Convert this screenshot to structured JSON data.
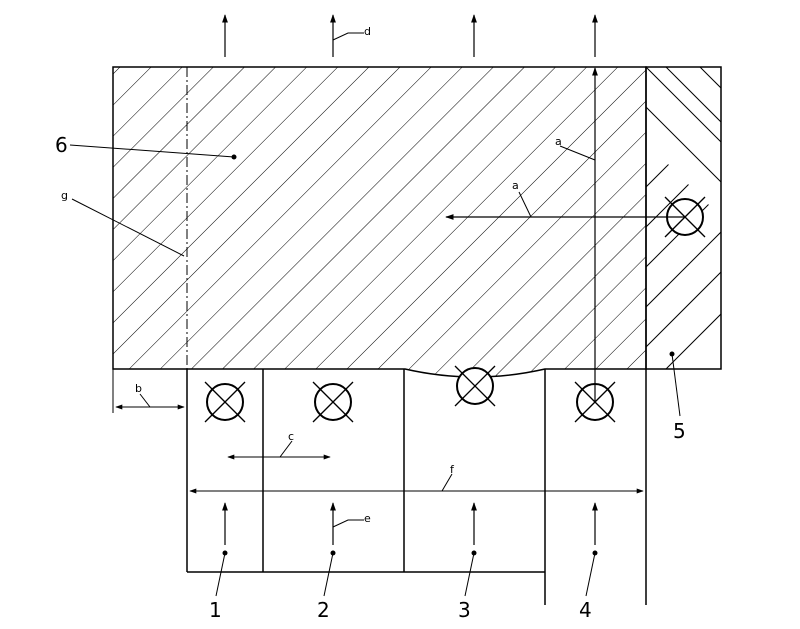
{
  "part_labels": {
    "p1": "1",
    "p2": "2",
    "p3": "3",
    "p4": "4",
    "p5": "5",
    "p6": "6"
  },
  "letter_labels": {
    "a_vertical": "a",
    "a_horizontal": "a",
    "b": "b",
    "c": "c",
    "d": "d",
    "e": "e",
    "f": "f",
    "g": "g"
  },
  "colors": {
    "line": "#000000",
    "background": "#ffffff"
  }
}
